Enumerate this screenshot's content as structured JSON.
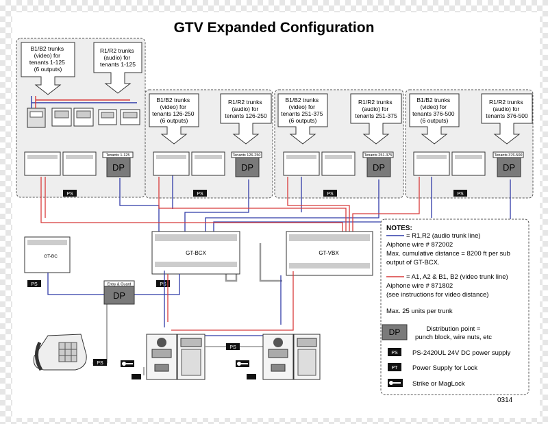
{
  "title": "GTV Expanded Configuration",
  "groups": [
    {
      "video": [
        "B1/B2 trunks",
        "(video) for",
        "tenants 1-125",
        "(6 outputs)"
      ],
      "audio": [
        "R1/R2 trunks",
        "(audio) for",
        "tenants 1-125"
      ],
      "dp_label": "Tenants 1-125"
    },
    {
      "video": [
        "B1/B2 trunks",
        "(video) for",
        "tenants 126-250",
        "(6 outputs)"
      ],
      "audio": [
        "R1/R2 trunks",
        "(audio) for",
        "tenants 126-250"
      ],
      "dp_label": "Tenants 126-250"
    },
    {
      "video": [
        "B1/B2 trunks",
        "(video) for",
        "tenants 251-375",
        "(6 outputs)"
      ],
      "audio": [
        "R1/R2 trunks",
        "(audio) for",
        "tenants 251-375"
      ],
      "dp_label": "Tenants 251-375"
    },
    {
      "video": [
        "B1/B2 trunks",
        "(video) for",
        "tenants 376-500",
        "(6 outputs)"
      ],
      "audio": [
        "R1/R2 trunks",
        "(audio) for",
        "tenants 376-500"
      ],
      "dp_label": "Tenants 376-500"
    }
  ],
  "labels": {
    "dp": "DP",
    "ps": "PS",
    "pt": "PT",
    "gtbcx": "GT-BCX",
    "gtvbx": "GT-VBX",
    "gtbc": "GT-BC",
    "entry_guard": "Entry & Guard",
    "code": "0314"
  },
  "notes": {
    "heading": "NOTES:",
    "audio_line": "= R1,R2 (audio trunk line)",
    "audio_wire": "Aiphone wire # 872002",
    "audio_dist1": "Max. cumulative distance = 8200 ft per sub",
    "audio_dist2": "output of GT-BCX.",
    "video_line": "= A1, A2 & B1, B2 (video trunk line)",
    "video_wire": "Aiphone wire # 871802",
    "video_dist": "(see instructions for video distance)",
    "max_units": "Max. 25 units per trunk",
    "dp_desc1": "Distribution point =",
    "dp_desc2": "punch block, wire nuts, etc",
    "ps_desc": "PS-2420UL 24V DC power supply",
    "pt_desc": "Power Supply for Lock",
    "lock_desc": "Strike or MagLock"
  },
  "colors": {
    "audio": "#2f3aa8",
    "video": "#d83a3a",
    "dp_fill": "#7a7a7a",
    "panel_fill": "#eeeeee"
  }
}
